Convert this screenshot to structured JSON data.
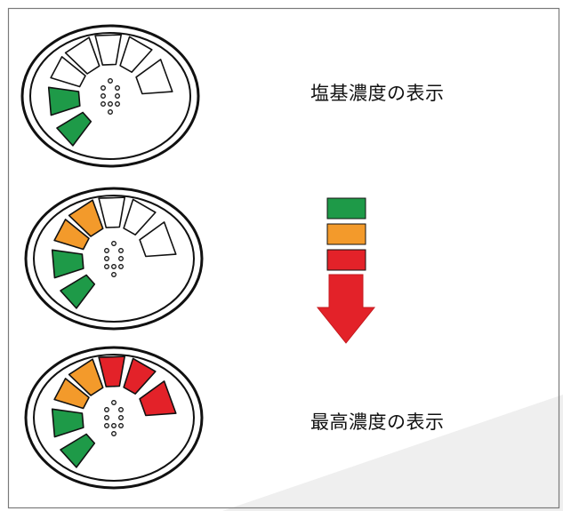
{
  "labels": {
    "top": "塩基濃度の表示",
    "bottom": "最高濃度の表示"
  },
  "colors": {
    "green": "#1e9a48",
    "orange": "#f39a2b",
    "red": "#e32229",
    "empty": "#ffffff",
    "outline": "#111111",
    "background_shade": "#efefef"
  },
  "gauges": [
    {
      "name": "base-level-gauge",
      "segments": [
        "green",
        "green",
        "empty",
        "empty",
        "empty",
        "empty",
        "empty"
      ]
    },
    {
      "name": "mid-level-gauge",
      "segments": [
        "green",
        "green",
        "orange",
        "orange",
        "empty",
        "empty",
        "empty"
      ]
    },
    {
      "name": "max-level-gauge",
      "segments": [
        "green",
        "green",
        "orange",
        "orange",
        "red",
        "red",
        "red"
      ]
    }
  ],
  "legend": {
    "steps": [
      "green",
      "orange",
      "red"
    ]
  }
}
